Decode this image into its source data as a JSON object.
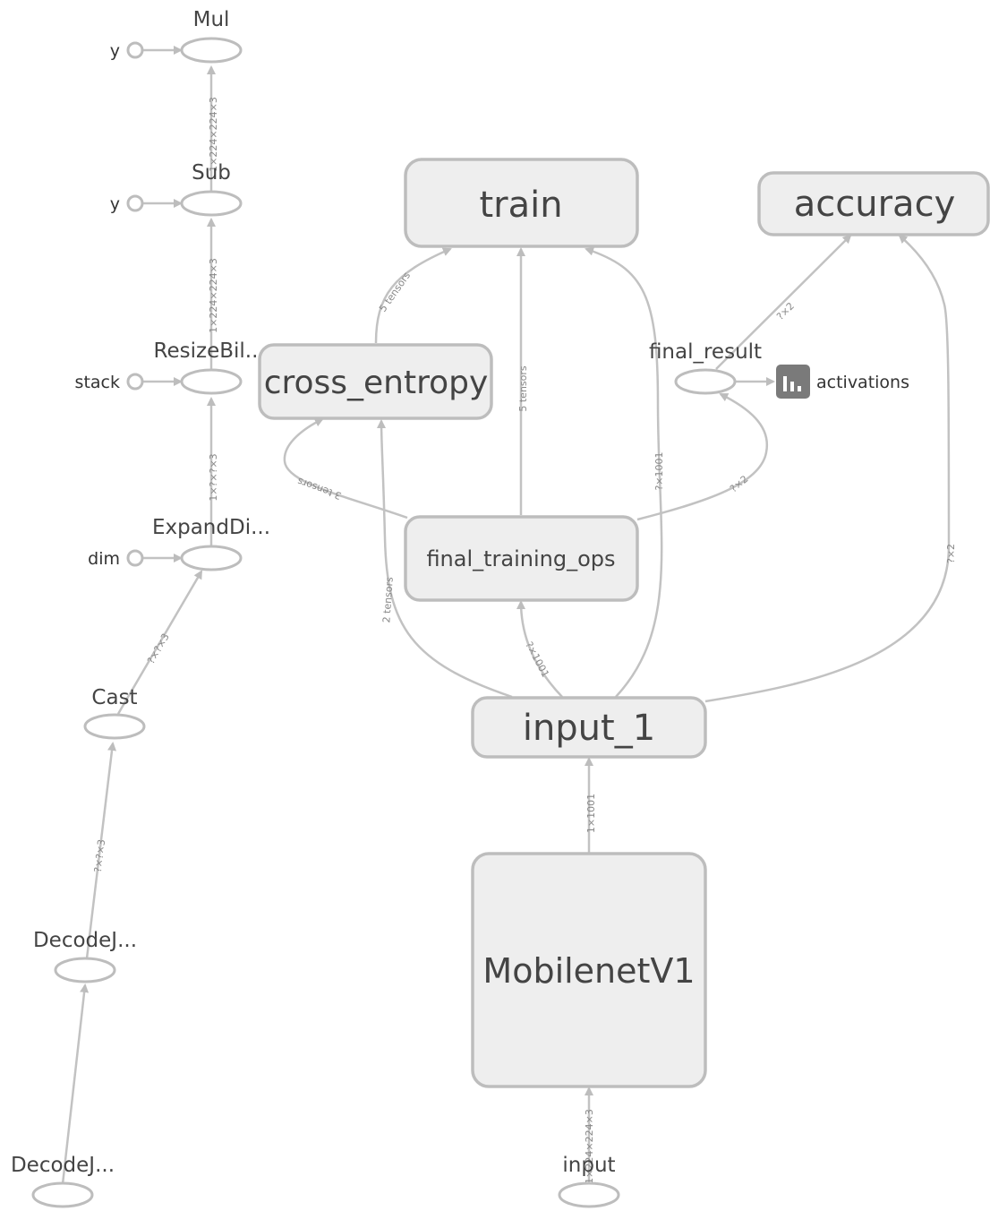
{
  "nodes": {
    "train": "train",
    "accuracy": "accuracy",
    "cross_entropy": "cross_entropy",
    "final_training_ops": "final_training_ops",
    "input_1": "input_1",
    "mobilenet": "MobilenetV1",
    "input": "input",
    "final_result": "final_result",
    "activations": "activations",
    "mul": "Mul",
    "sub": "Sub",
    "resize": "ResizeBil..",
    "expand": "ExpandDi...",
    "cast": "Cast",
    "decode1": "DecodeJ...",
    "decode2": "DecodeJ..."
  },
  "constants": {
    "mul_y": "y",
    "sub_y": "y",
    "stack": "stack",
    "dim": "dim"
  },
  "edges": {
    "sub_mul": "1×224×224×3",
    "resize_sub": "1×224×224×3",
    "expand_resize": "1×?×?×3",
    "cast_expand": "?×?×3",
    "decode_cast": "?×?×3",
    "ce_train": "5 tensors",
    "fto_train": "5 tensors",
    "input1_train": "?×1001",
    "fr_accuracy": "?×2",
    "fto_ce": "3 tensors",
    "fto_fr": "?×2",
    "input1_ce": "2 tensors",
    "input1_fto": "?×1001",
    "input1_accuracy": "?×2",
    "mobilenet_input1": "1×1001",
    "input_mobilenet": "1×224×224×3"
  },
  "colors": {
    "node_fill": "#eeeeee",
    "node_stroke": "#bdbdbd",
    "edge": "#c2c2c2",
    "summary_icon": "#7a7a7a"
  }
}
